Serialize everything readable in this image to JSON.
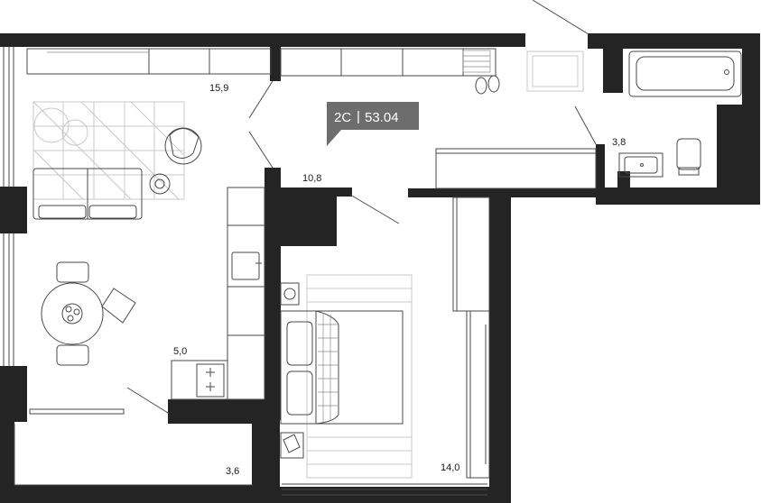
{
  "badge": {
    "type": "2С",
    "separator": "|",
    "total_area": "53.04"
  },
  "rooms": {
    "living": "15,9",
    "hall": "10,8",
    "bathroom": "3,8",
    "kitchen": "5,0",
    "balcony": "3,6",
    "bedroom": "14,0"
  },
  "colors": {
    "wall": "#242424",
    "badge": "#6d6d6d",
    "badge_text": "#ffffff",
    "furniture": "#4a4a4a"
  }
}
